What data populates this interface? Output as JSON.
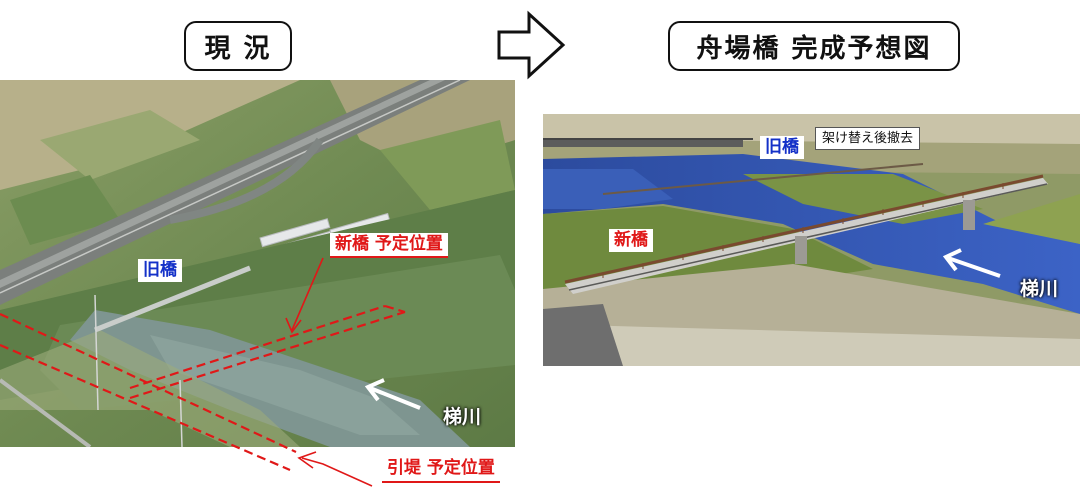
{
  "left_panel": {
    "title": "現 況",
    "labels": {
      "new_bridge_planned": "新橋 予定位置",
      "old_bridge": "旧橋",
      "river": "梯川",
      "levee_planned": "引堤 予定位置"
    }
  },
  "right_panel": {
    "title": "舟場橋 完成予想図",
    "labels": {
      "old_bridge": "旧橋",
      "removal_note": "架け替え後撤去",
      "new_bridge": "新橋",
      "river": "梯川"
    }
  },
  "colors": {
    "annotation_red": "#e01818",
    "label_blue": "#1431c8",
    "river_blue": "#2d4fb8"
  },
  "icons": {
    "transition_arrow": "right-outline-arrow-icon"
  }
}
